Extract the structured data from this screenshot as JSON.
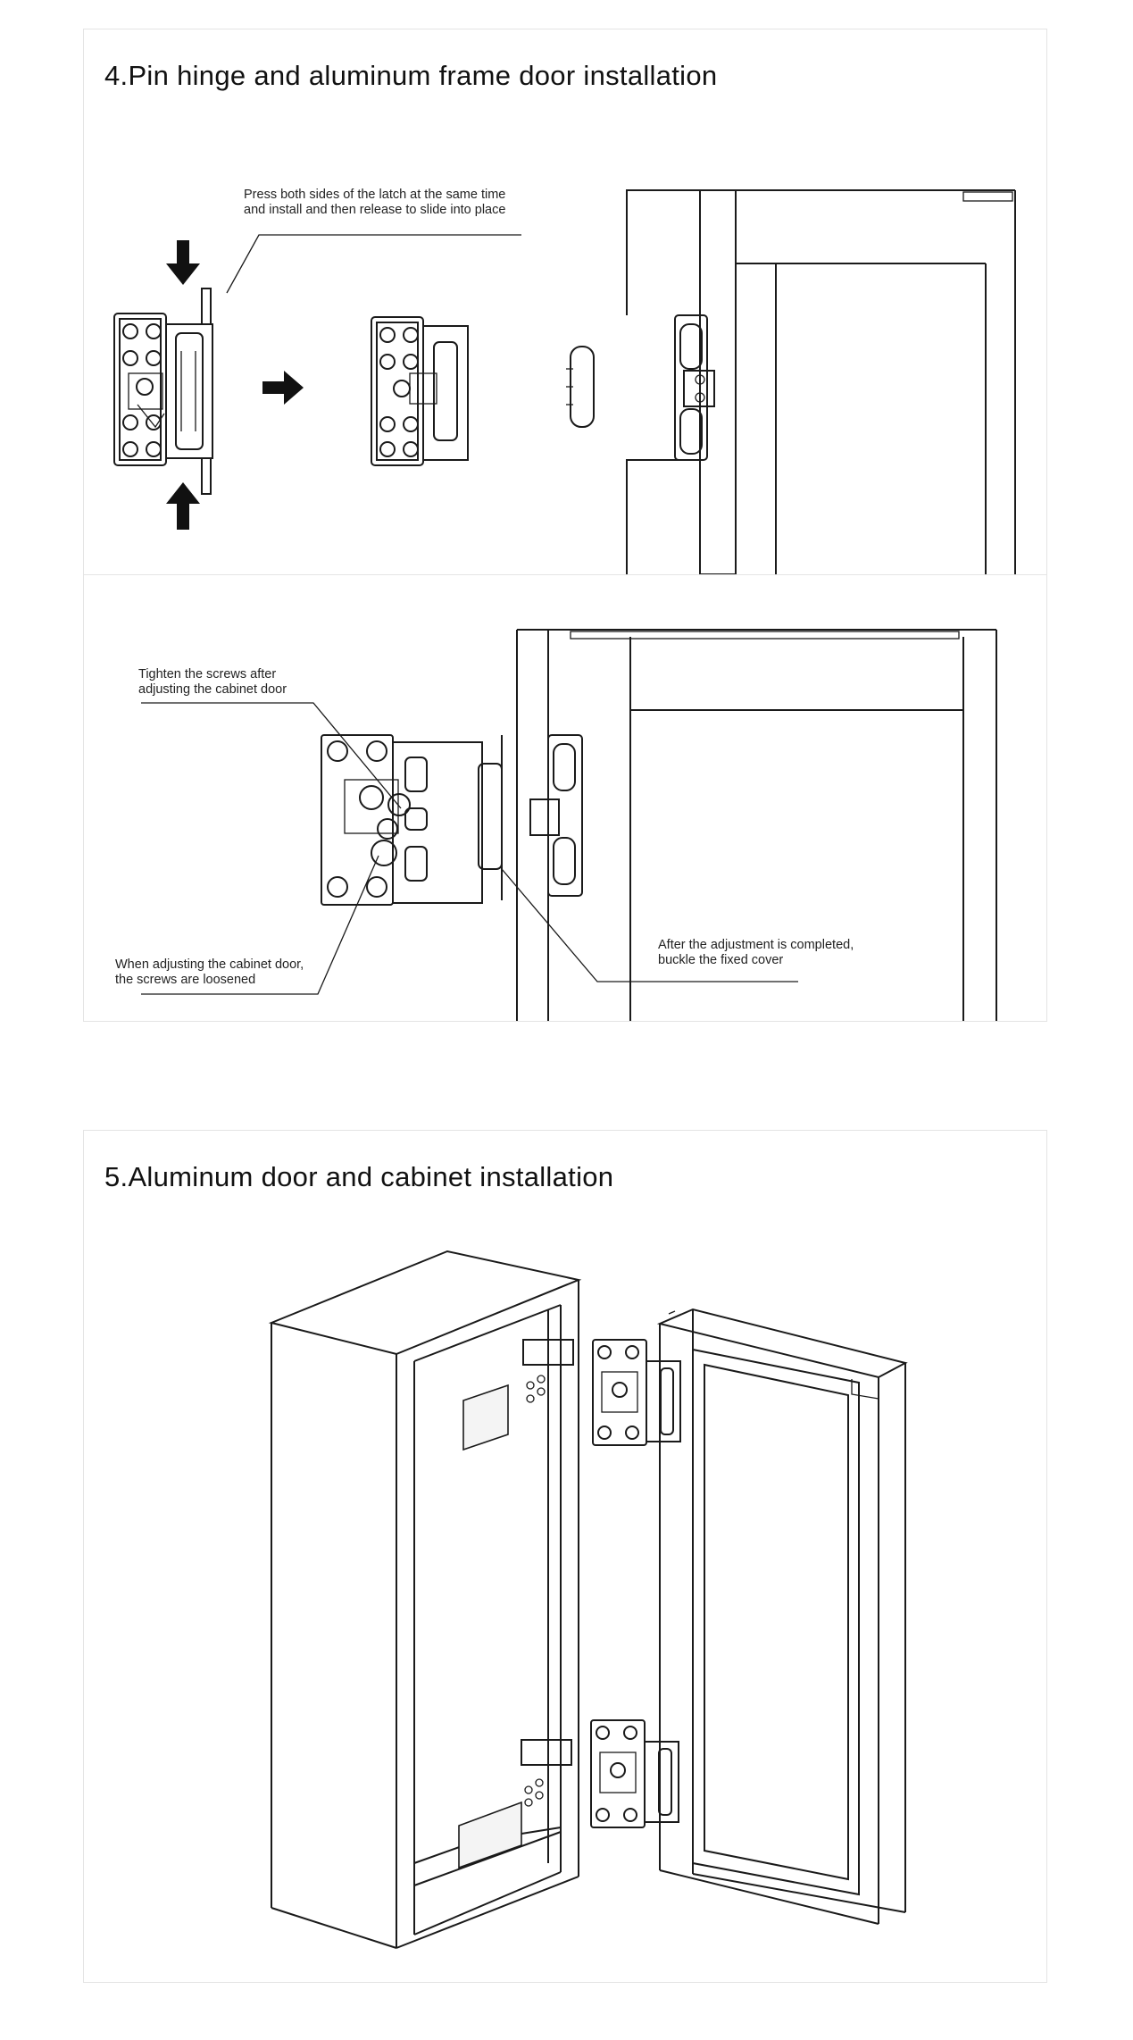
{
  "section4": {
    "title": "4.Pin hinge and aluminum frame door installation",
    "callout_latch": {
      "line1": "Press both sides of the latch at the same time",
      "line2": "and install and then release to slide into place"
    },
    "callout_tighten": {
      "line1": "Tighten the screws after",
      "line2": "adjusting the cabinet door"
    },
    "callout_loosen": {
      "line1": "When adjusting the cabinet door,",
      "line2": "the screws are loosened"
    },
    "callout_cover": {
      "line1": "After the adjustment is completed,",
      "line2": "buckle the fixed cover"
    }
  },
  "section5": {
    "title": "5.Aluminum door and cabinet installation"
  },
  "icons": {
    "arrow_down": "arrow-down-icon",
    "arrow_up": "arrow-up-icon",
    "arrow_right": "arrow-right-icon"
  },
  "colors": {
    "line": "#1a1a1a",
    "panel_border": "#e4e4e4",
    "background": "#ffffff"
  }
}
